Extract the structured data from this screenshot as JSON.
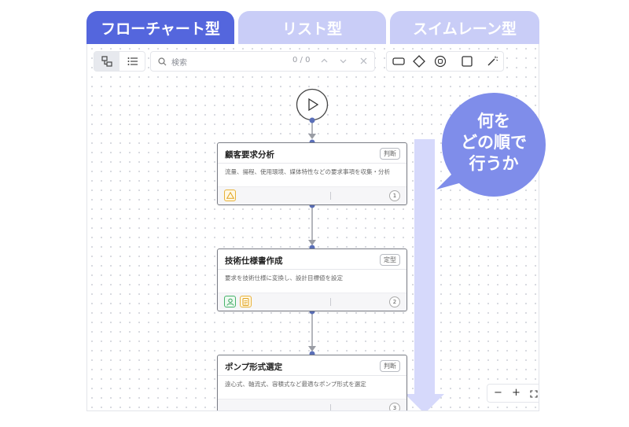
{
  "tabs": [
    {
      "label": "フローチャート型",
      "active": true
    },
    {
      "label": "リスト型",
      "active": false
    },
    {
      "label": "スイムレーン型",
      "active": false
    }
  ],
  "toolbar": {
    "view_buttons": [
      {
        "icon": "flowchart-view-icon",
        "active": true
      },
      {
        "icon": "list-view-icon",
        "active": false
      }
    ],
    "search": {
      "placeholder": "検索",
      "count": "0 / 0"
    },
    "shapes": [
      "rectangle-shape-icon",
      "diamond-shape-icon",
      "circle-shape-icon",
      "square-shape-icon",
      "magic-wand-icon"
    ]
  },
  "nodes": [
    {
      "title": "顧客要求分析",
      "badge": "判断",
      "desc": "流量、揚程、使用環境、媒体特性などの要求事項を収集・分析",
      "number": "1",
      "icons": [
        "warning-icon"
      ]
    },
    {
      "title": "技術仕様書作成",
      "badge": "定型",
      "desc": "要求を技術仕様に変換し、設計目標値を設定",
      "number": "2",
      "icons": [
        "user-icon",
        "document-icon"
      ]
    },
    {
      "title": "ポンプ形式選定",
      "badge": "判断",
      "desc": "遠心式、軸流式、容積式など最適なポンプ形式を選定",
      "number": "3",
      "icons": []
    }
  ],
  "zoom": {
    "minus": "−",
    "plus": "+"
  },
  "annotation": {
    "lines": [
      "何を",
      "どの順で",
      "行うか"
    ]
  },
  "colors": {
    "accent": "#5466dd",
    "tab_inactive": "#c9cdf7",
    "bubble": "#7f8dea",
    "arrow": "#d6d9fb",
    "connector": "#5a6fb8"
  }
}
